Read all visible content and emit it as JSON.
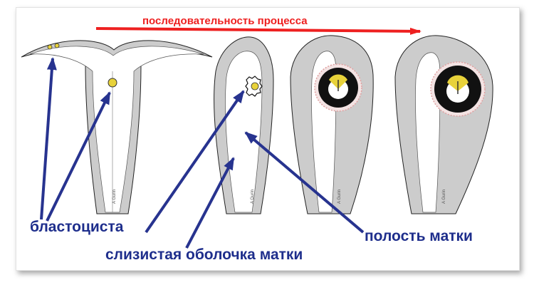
{
  "title": "последовательность процесса",
  "labels": {
    "blastocyst": "бластоциста",
    "uterine_cavity": "полость матки",
    "endometrium": "слизистая оболочка матки"
  },
  "signature": "A Gurin",
  "colors": {
    "title_and_arrow": "#ee2020",
    "label_text": "#1e2e8c",
    "pointer_arrows": "#27338f",
    "uterus_wall": "#cccccc",
    "cavity": "#ffffff",
    "blastocyst": "#e8d23a",
    "trophoblast": "#111111",
    "decidua_edge": "#e0a0a0"
  }
}
